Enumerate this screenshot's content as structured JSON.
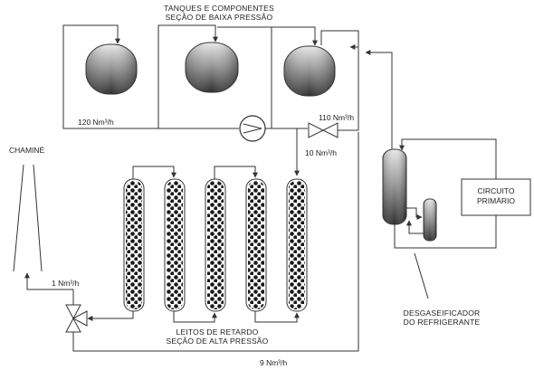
{
  "labels": {
    "tanks_line1": "TANQUES E COMPONENTES",
    "tanks_line2": "SEÇÃO DE BAIXA PRESSÃO",
    "flow_120": "120 Nm³/h",
    "flow_110": "110 Nm³/h",
    "flow_10": "10 Nm³/h",
    "chimney": "CHAMINÉ",
    "flow_1": "1 Nm³/h",
    "beds_line1": "LEITOS DE RETARDO",
    "beds_line2": "SEÇÃO DE ALTA PRESSÃO",
    "flow_9": "9 Nm³/h",
    "primary_line1": "CIRCUITO",
    "primary_line2": "PRIMÁRIO",
    "degas_line1": "DESGASEIFICADOR",
    "degas_line2": "DO REFRIGERANTE"
  },
  "colors": {
    "line": "#333333",
    "tank_dark": "#2e2e2e",
    "tank_light": "#e8e8e8",
    "bed_dot": "#1a1a1a"
  }
}
